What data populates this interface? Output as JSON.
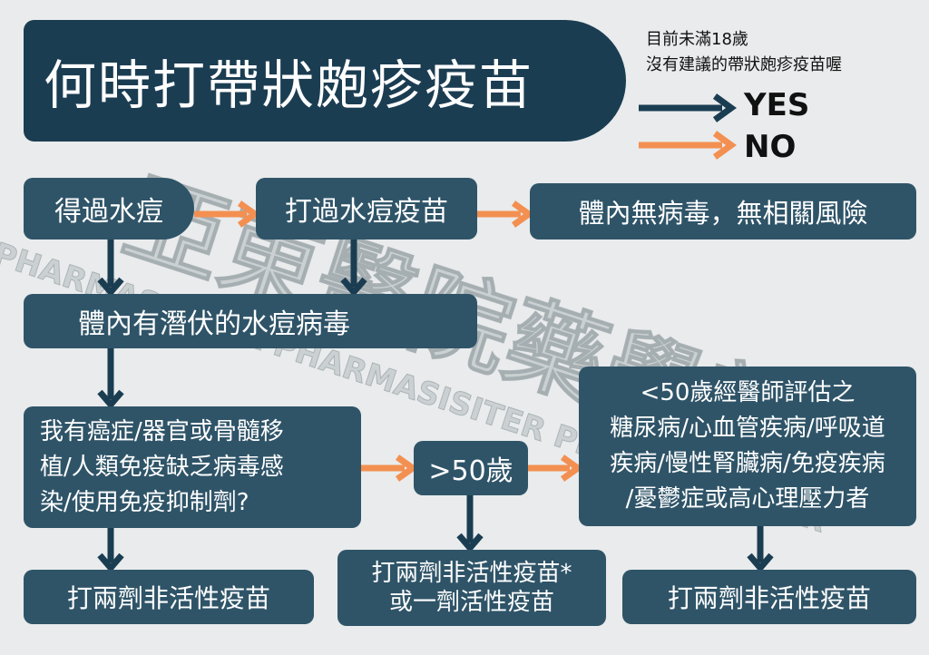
{
  "title": "何時打帶狀皰疹疫苗",
  "note": [
    "目前未滿18歲",
    "沒有建議的帶狀皰疹疫苗喔"
  ],
  "legend": {
    "yes": "YES",
    "no": "NO",
    "yes_color": "#1b3d52",
    "no_color": "#f39051"
  },
  "watermark": {
    "cn": "亞東醫院藥學部",
    "en": "PHARMASISITER PHARMASISITER PHARMASISITER"
  },
  "nodes": {
    "had_chickenpox": "得過水痘",
    "had_vaccine": "打過水痘疫苗",
    "no_virus": "體內無病毒，無相關風險",
    "latent_virus": "體內有潛伏的水痘病毒",
    "immuno_question": [
      "我有癌症/器官或骨髓移",
      "植/人類免疫缺乏病毒感",
      "染/使用免疫抑制劑?"
    ],
    "over50": ">50歲",
    "under50_eval": [
      "<50歲經醫師評估之",
      "糖尿病/心血管疾病/呼吸道",
      "疾病/慢性腎臟病/免疫疾病",
      "/憂鬱症或高心理壓力者"
    ],
    "result_left": "打兩劑非活性疫苗",
    "result_mid": [
      "打兩劑非活性疫苗*",
      "或一劑活性疫苗"
    ],
    "result_right": "打兩劑非活性疫苗"
  }
}
